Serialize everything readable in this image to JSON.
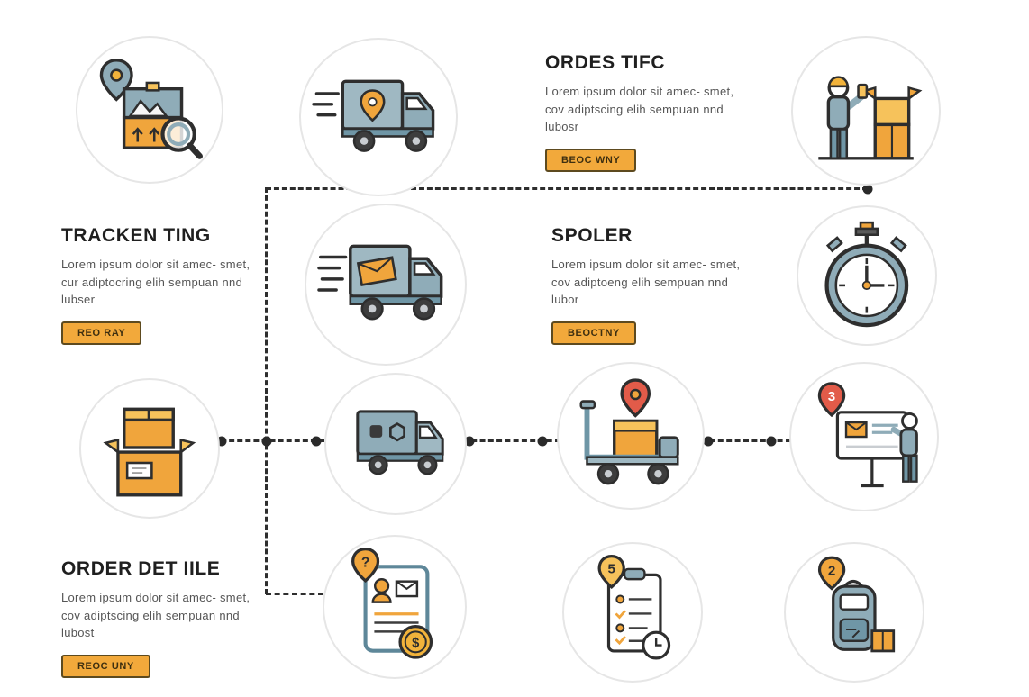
{
  "sections": {
    "ordes": {
      "title": "ORDES TIFC",
      "body": "Lorem ipsum dolor sit amec- smet, cov adiptscing elih sempuan nnd lubosr",
      "button": "BEOC WNY"
    },
    "tracken": {
      "title": "TRACKEN TING",
      "body": "Lorem ipsum dolor sit amec- smet, cur adiptocring elih sempuan nnd lubser",
      "button": "REO RAY"
    },
    "spoler": {
      "title": "SPOLER",
      "body": "Lorem ipsum dolor sit amec- smet, cov adiptoeng elih sempuan nnd lubor",
      "button": "BEOCTNY"
    },
    "order_detile": {
      "title": "ORDER DET IILE",
      "body": "Lorem ipsum dolor sit amec- smet, cov adiptscing elih sempuan nnd lubost",
      "button": "REOC UNY"
    }
  },
  "badges": {
    "document_pin": "?",
    "coin": "$",
    "board_pin": "3",
    "clipboard_pin": "5",
    "backpack_pin": "2"
  },
  "icons": [
    "package-location-search-icon",
    "delivery-truck-location-icon",
    "person-packing-boxes-icon",
    "express-mail-truck-icon",
    "stopwatch-icon",
    "stacked-boxes-icon",
    "cargo-truck-icon",
    "delivery-trolley-icon",
    "presentation-board-icon",
    "invoice-document-icon",
    "checklist-clock-icon",
    "backpack-parcel-icon"
  ],
  "palette": {
    "orange": "#F0A53C",
    "orange_light": "#F6C25B",
    "blue_gray": "#8FACB8",
    "blue_gray_dark": "#6F96A6",
    "red": "#E25B49",
    "yellow": "#F2B33B",
    "outline": "#2E2E2E",
    "circle_border": "#E6E6E6",
    "button_bg": "#F2A93B",
    "button_border": "#5D4A1F"
  }
}
